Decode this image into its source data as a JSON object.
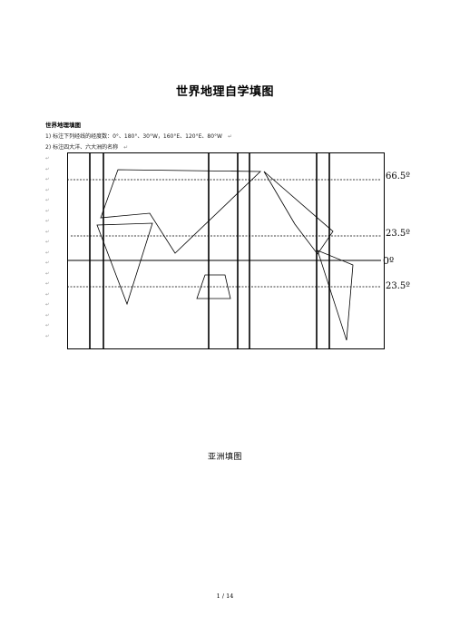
{
  "title": "世界地理自学填图",
  "heading": "世界地理填图",
  "instructions": [
    "1) 标注下列经线的经度数：0°、180°、30°W，160°E、120°E、80°W",
    "2) 标注四大洋、六大洲的名称"
  ],
  "paragraph_mark": "↵",
  "latitude_labels": {
    "arctic": "66.5º",
    "tropic_north": "23.5º",
    "equator": "0º",
    "tropic_south": "23.5º"
  },
  "map_subtitle": "亚洲填图",
  "page_number": "1 / 14"
}
